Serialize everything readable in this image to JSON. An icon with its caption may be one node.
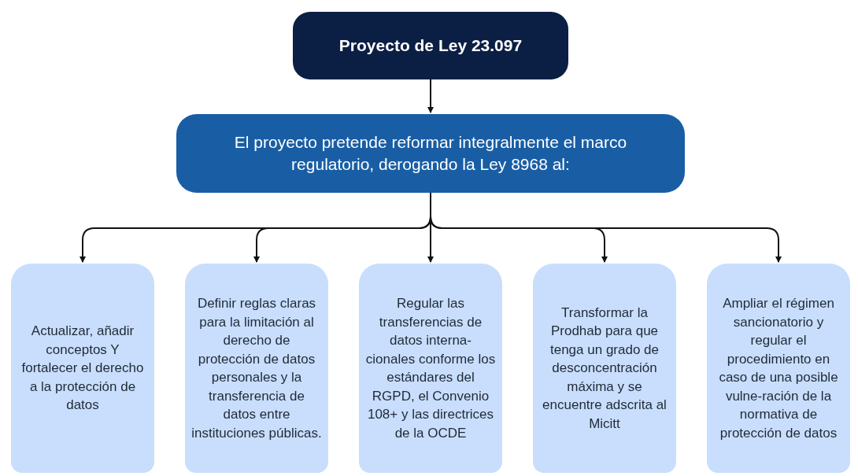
{
  "diagram": {
    "nodes": [
      {
        "text": [
          "Proyecto de Ley 23.097"
        ]
      },
      {
        "text": [
          "El proyecto pretende reformar integralmente el marco regulatorio, derogando la Ley 8968 al:"
        ]
      },
      {
        "text": [
          "Actualizar, añadir conceptos Y fortalecer el derecho a la protección de datos"
        ]
      },
      {
        "text": [
          "Definir reglas claras para la limitación al derecho de protección de datos personales y la transferencia de datos entre instituciones públicas."
        ]
      },
      {
        "text": [
          "Regular las transferencias de datos interna-cionales conforme los estándares del RGPD, el Convenio 108+ y las directrices de la OCDE"
        ]
      },
      {
        "text": [
          "Transformar la Prodhab para que tenga un grado de desconcentración máxima y se encuentre adscrita al Micitt"
        ]
      },
      {
        "text": [
          "Ampliar el régimen sancionatorio y regular el procedimiento en caso de una posible vulne-ración de la normativa de protección de datos"
        ]
      }
    ],
    "edges": [
      {
        "from": 0,
        "to": 1,
        "arrow": "to"
      },
      {
        "from": 1,
        "to": 2,
        "arrow": "to"
      },
      {
        "from": 1,
        "to": 3,
        "arrow": "to"
      },
      {
        "from": 1,
        "to": 4,
        "arrow": "to"
      },
      {
        "from": 1,
        "to": 5,
        "arrow": "to"
      },
      {
        "from": 1,
        "to": 6,
        "arrow": "to"
      }
    ]
  }
}
